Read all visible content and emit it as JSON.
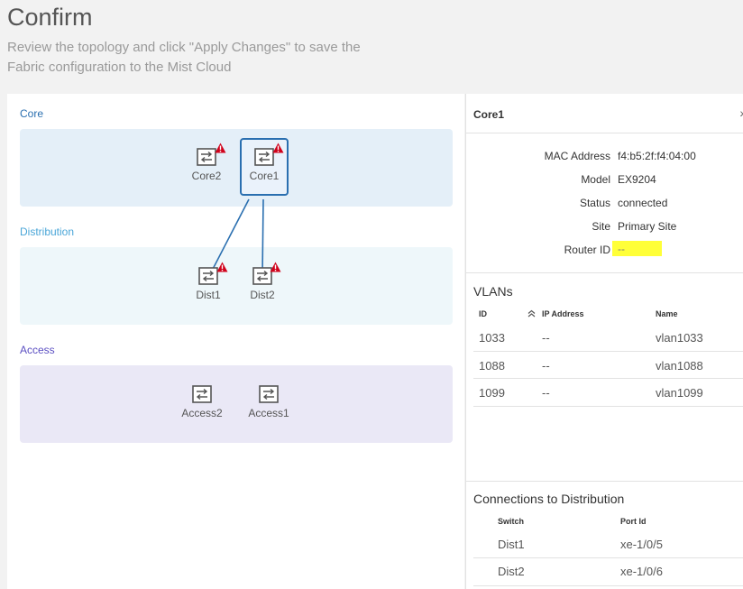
{
  "header": {
    "title": "Confirm",
    "subtitle": "Review the topology and click \"Apply Changes\" to save the Fabric configuration to the Mist Cloud"
  },
  "topology": {
    "layers": {
      "core": {
        "label": "Core",
        "color": "#2a6fb0"
      },
      "distribution": {
        "label": "Distribution",
        "color": "#4aa6d8"
      },
      "access": {
        "label": "Access",
        "color": "#5b4fc2"
      }
    },
    "nodes": {
      "core2": "Core2",
      "core1": "Core1",
      "dist1": "Dist1",
      "dist2": "Dist2",
      "access2": "Access2",
      "access1": "Access1"
    },
    "selected_node": "Core1",
    "warning_color": "#d0021b"
  },
  "details": {
    "title": "Core1",
    "close_icon": "chevron-right-icon",
    "fields": [
      {
        "key": "MAC Address",
        "value": "f4:b5:2f:f4:04:00"
      },
      {
        "key": "Model",
        "value": "EX9204"
      },
      {
        "key": "Status",
        "value": "connected"
      },
      {
        "key": "Site",
        "value": "Primary Site"
      },
      {
        "key": "Router ID",
        "value": "--"
      }
    ],
    "router_id_highlight_color": "#ffff38"
  },
  "vlans": {
    "title": "VLANs",
    "headers": {
      "id": "ID",
      "ip": "IP Address",
      "name": "Name"
    },
    "rows": [
      {
        "id": "1033",
        "ip": "--",
        "name": "vlan1033"
      },
      {
        "id": "1088",
        "ip": "--",
        "name": "vlan1088"
      },
      {
        "id": "1099",
        "ip": "--",
        "name": "vlan1099"
      }
    ]
  },
  "connections": {
    "title": "Connections to Distribution",
    "headers": {
      "switch": "Switch",
      "port": "Port Id"
    },
    "rows": [
      {
        "switch": "Dist1",
        "port": "xe-1/0/5"
      },
      {
        "switch": "Dist2",
        "port": "xe-1/0/6"
      }
    ]
  }
}
